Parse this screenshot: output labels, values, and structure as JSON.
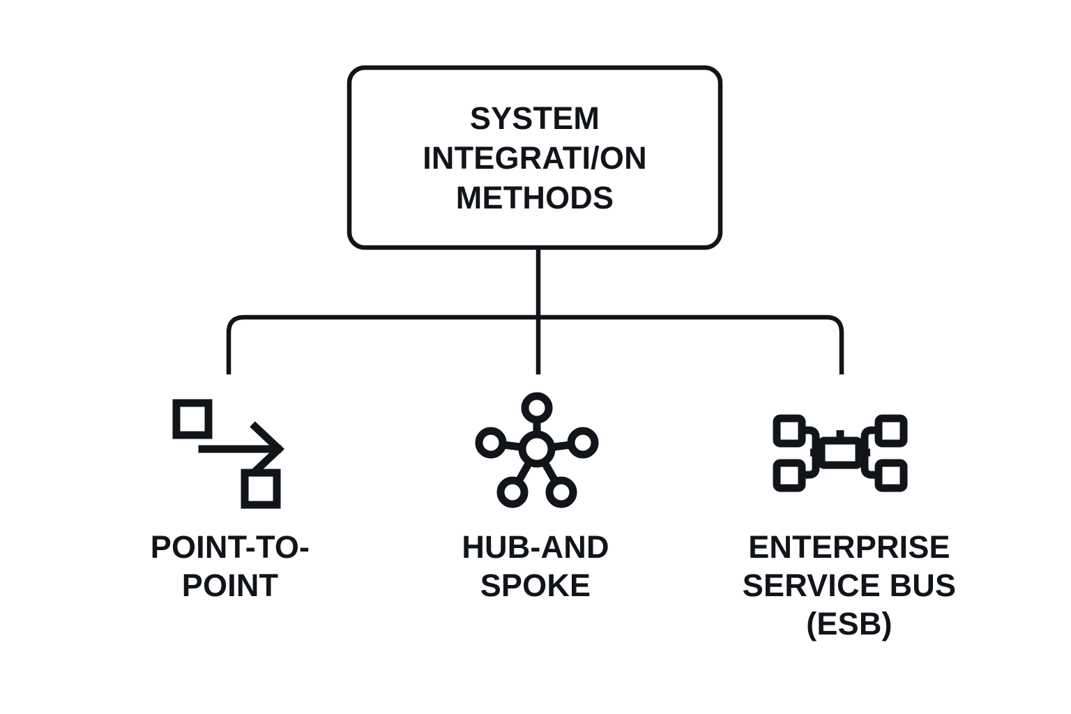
{
  "diagram": {
    "type": "hierarchy-tree",
    "orientation": "top-down",
    "background_color": "#ffffff",
    "stroke_color": "#111418",
    "root": {
      "shape": "rounded-rectangle",
      "title_lines": [
        "SYSTEM",
        "INTEGRATI/ON",
        "METHODS"
      ],
      "title_text": "SYSTEM INTEGRATI/ON METHODS"
    },
    "branches": [
      {
        "id": "point-to-point",
        "icon": "point-to-point-icon",
        "icon_description": "two squares connected by a right-pointing arrow",
        "label_lines": [
          "POINT-TO-",
          "POINT"
        ],
        "label_text": "POINT-TO-POINT"
      },
      {
        "id": "hub-and-spoke",
        "icon": "hub-and-spoke-icon",
        "icon_description": "central circle with five spokes radiating to five outer circles",
        "label_lines": [
          "HUB-AND",
          "SPOKE"
        ],
        "label_text": "HUB-AND SPOKE"
      },
      {
        "id": "enterprise-service-bus",
        "icon": "enterprise-service-bus-icon",
        "icon_description": "central bus rectangle linked to four corner squares",
        "label_lines": [
          "ENTERPRISE",
          "SERVICE BUS",
          "(ESB)"
        ],
        "label_text": "ENTERPRISE SERVICE BUS (ESB)"
      }
    ]
  }
}
